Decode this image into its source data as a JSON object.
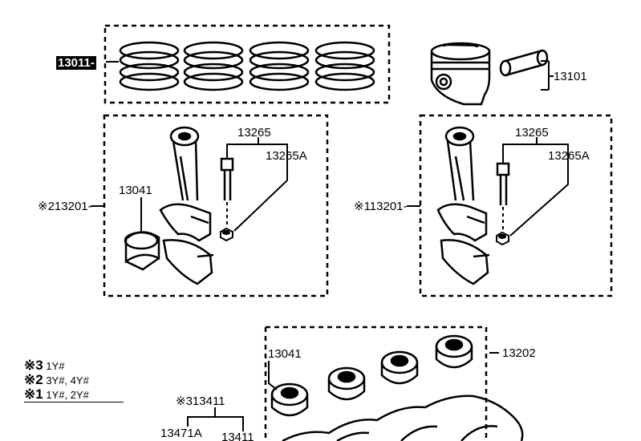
{
  "labels": {
    "rings": "13011-",
    "piston": "13101",
    "rod_left": "※213201-",
    "rod_right": "※113201-",
    "bolt_left": "13265",
    "nut_left": "13265A",
    "bolt_right": "13265",
    "nut_right": "13265A",
    "bearing_left": "13041",
    "bearing_main": "13041",
    "main_set": "13202",
    "bottom_group": "※313411",
    "bottom_a": "13471A",
    "bottom_b": "13411"
  },
  "legend": [
    {
      "mark": "※3",
      "text": "1Y#"
    },
    {
      "mark": "※2",
      "text": "3Y#, 4Y#"
    },
    {
      "mark": "※1",
      "text": "1Y#, 2Y#"
    }
  ]
}
